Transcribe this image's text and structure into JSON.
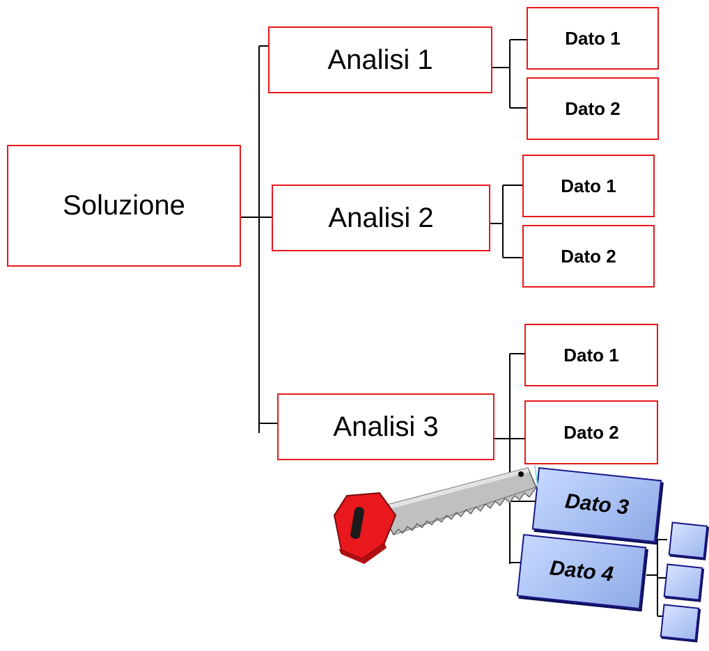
{
  "diagram": {
    "root": {
      "label": "Soluzione"
    },
    "analyses": [
      {
        "label": "Analisi 1",
        "data": [
          {
            "label": "Dato 1"
          },
          {
            "label": "Dato 2"
          }
        ]
      },
      {
        "label": "Analisi 2",
        "data": [
          {
            "label": "Dato 1"
          },
          {
            "label": "Dato 2"
          }
        ]
      },
      {
        "label": "Analisi 3",
        "data": [
          {
            "label": "Dato 1"
          },
          {
            "label": "Dato 2"
          }
        ]
      }
    ],
    "cut_data": [
      {
        "label": "Dato 3"
      },
      {
        "label": "Dato 4"
      }
    ],
    "colors": {
      "box_border": "#e8181c",
      "cut_box_fill": "#a8c0f2",
      "cut_box_border": "#14148a",
      "connector": "#000000",
      "saw_handle": "#e8181c",
      "saw_blade": "#c0c0c0"
    },
    "icons": {
      "saw": "saw-icon"
    }
  }
}
